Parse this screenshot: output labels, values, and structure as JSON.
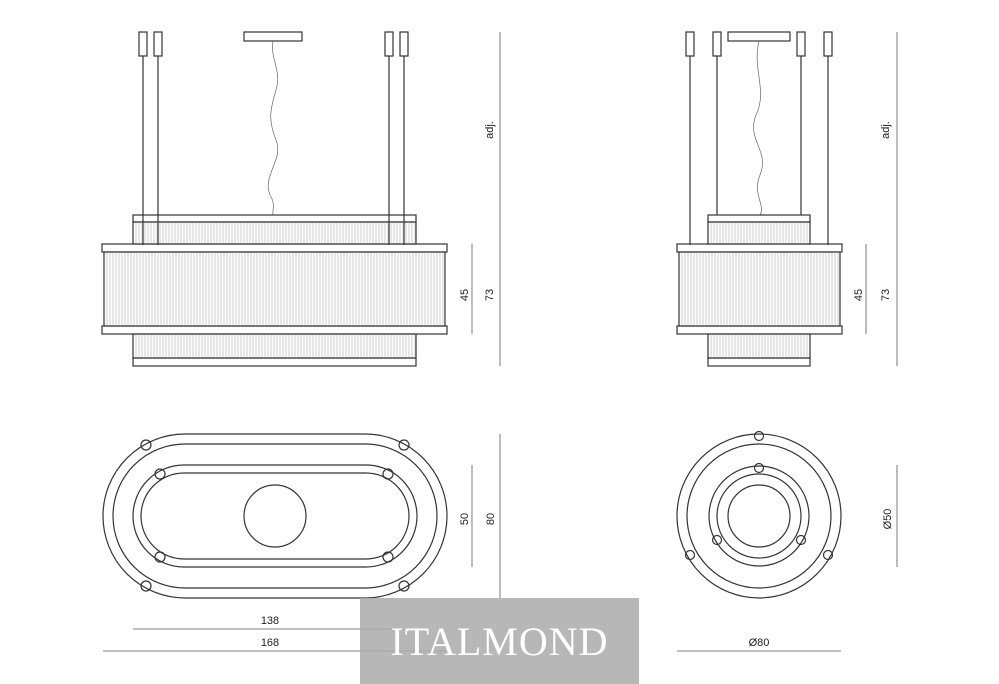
{
  "front_view": {
    "height_adj_label": "adj.",
    "shade_height_label": "45",
    "total_height_label": "73"
  },
  "side_view": {
    "height_adj_label": "adj.",
    "shade_height_label": "45",
    "total_height_label": "73"
  },
  "top_view_oval": {
    "inner_width_label": "138",
    "outer_width_label": "168",
    "inner_depth_label": "50",
    "outer_depth_label": "80"
  },
  "top_view_round": {
    "inner_diameter_label": "Ø50",
    "outer_diameter_label": "Ø80"
  },
  "watermark": {
    "text": "ITALMOND"
  },
  "colors": {
    "line": "#333333",
    "watermark_bg": "#aaaaaa"
  }
}
